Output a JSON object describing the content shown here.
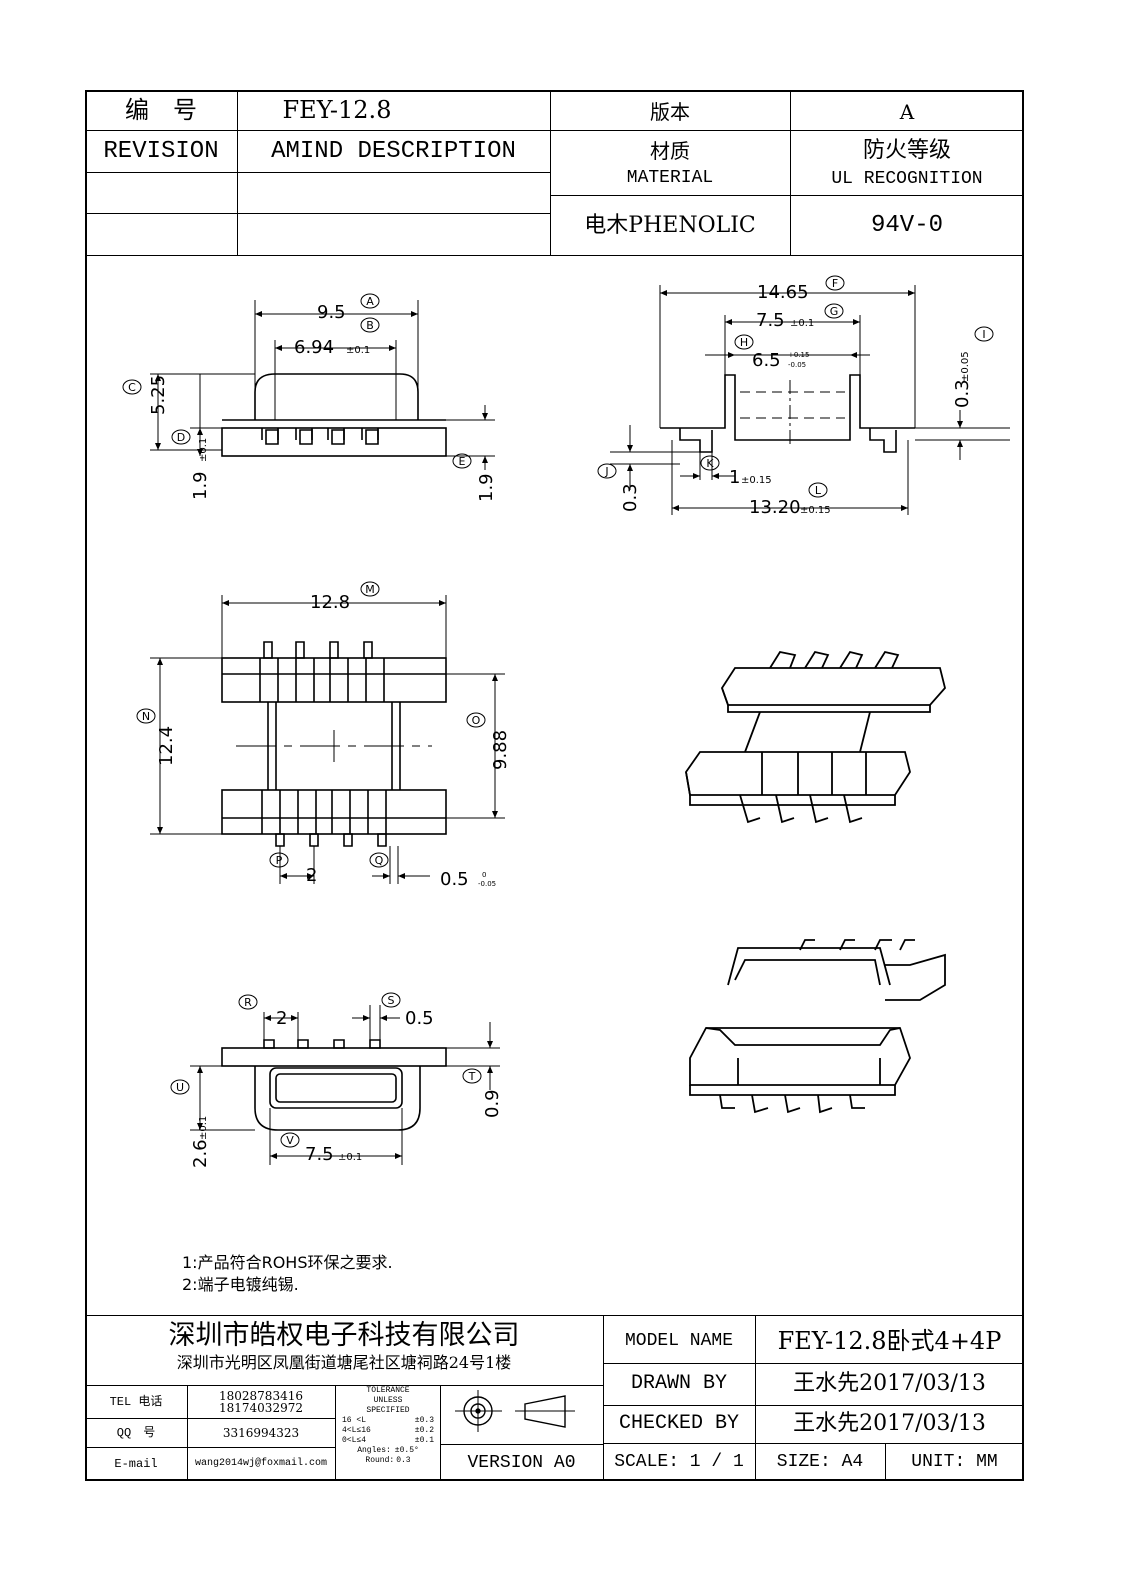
{
  "title_block": {
    "serial_label": "编　号",
    "serial_value": "FEY-12.8",
    "version_label": "版本",
    "version_value": "A",
    "revision_label": "REVISION",
    "amind_label": "AMIND DESCRIPTION",
    "material_cn": "材质",
    "material_en": "MATERIAL",
    "ul_cn": "防火等级",
    "ul_en": "UL RECOGNITION",
    "material_value": "电木PHENOLIC",
    "ul_value": "94V-0"
  },
  "dimensions": {
    "front": {
      "a": "9.5",
      "b": "6.94",
      "b_tol": "±0.1",
      "c": "5.25",
      "d": "1.9",
      "d_tol": "±0.1",
      "e": "1.9"
    },
    "side": {
      "f": "14.65",
      "g": "7.5",
      "g_tol": "±0.1",
      "h": "6.5",
      "h_tol_up": "+0.15",
      "h_tol_dn": "-0.05",
      "i": "0.3",
      "i_tol": "±0.05",
      "j": "0.3",
      "k": "1",
      "k_tol": "±0.15",
      "l": "13.20",
      "l_tol": "±0.15"
    },
    "top": {
      "m": "12.8",
      "n": "12.4",
      "o": "9.88",
      "p": "2",
      "q": "0.5",
      "q_tol_up": "0",
      "q_tol_dn": "-0.05"
    },
    "bottom": {
      "r": "2",
      "s": "0.5",
      "t": "0.9",
      "u": "2.6",
      "u_tol": "±0.1",
      "v": "7.5",
      "v_tol": "±0.1"
    }
  },
  "balloons": [
    "A",
    "B",
    "C",
    "D",
    "E",
    "F",
    "G",
    "H",
    "I",
    "J",
    "K",
    "L",
    "M",
    "N",
    "O",
    "P",
    "Q",
    "R",
    "S",
    "T",
    "U",
    "V"
  ],
  "notes": [
    "1:产品符合ROHS环保之要求.",
    "2:端子电镀纯锡."
  ],
  "footer": {
    "company": "深圳市皓权电子科技有限公司",
    "address": "深圳市光明区凤凰街道塘尾社区塘祠路24号1楼",
    "tel_label": "TEL 电话",
    "tel_1": "18028783416",
    "tel_2": "18174032972",
    "qq_label": "QQ　号",
    "qq_value": "3316994323",
    "email_label": "E-mail",
    "email_value": "wang2014wj@foxmail.com",
    "tolerance": [
      "TOLERANCE",
      "UNLESS",
      "SPECIFIED"
    ],
    "tol_rows": [
      [
        "16 <L",
        "±0.3"
      ],
      [
        "4<L≤16",
        "±0.2"
      ],
      [
        "0<L≤4",
        "±0.1"
      ],
      [
        "Angles:",
        "±0.5°"
      ],
      [
        "Round:",
        "0.3"
      ]
    ],
    "version": "VERSION A0",
    "model_name_label": "MODEL NAME",
    "model_name_value": "FEY-12.8卧式4+4P",
    "drawn_by_label": "DRAWN BY",
    "drawn_by_value": "王水先2017/03/13",
    "checked_by_label": "CHECKED BY",
    "checked_by_value": "王水先2017/03/13",
    "scale": "SCALE:  1 / 1",
    "size": "SIZE:  A4",
    "unit": "UNIT:  MM"
  }
}
